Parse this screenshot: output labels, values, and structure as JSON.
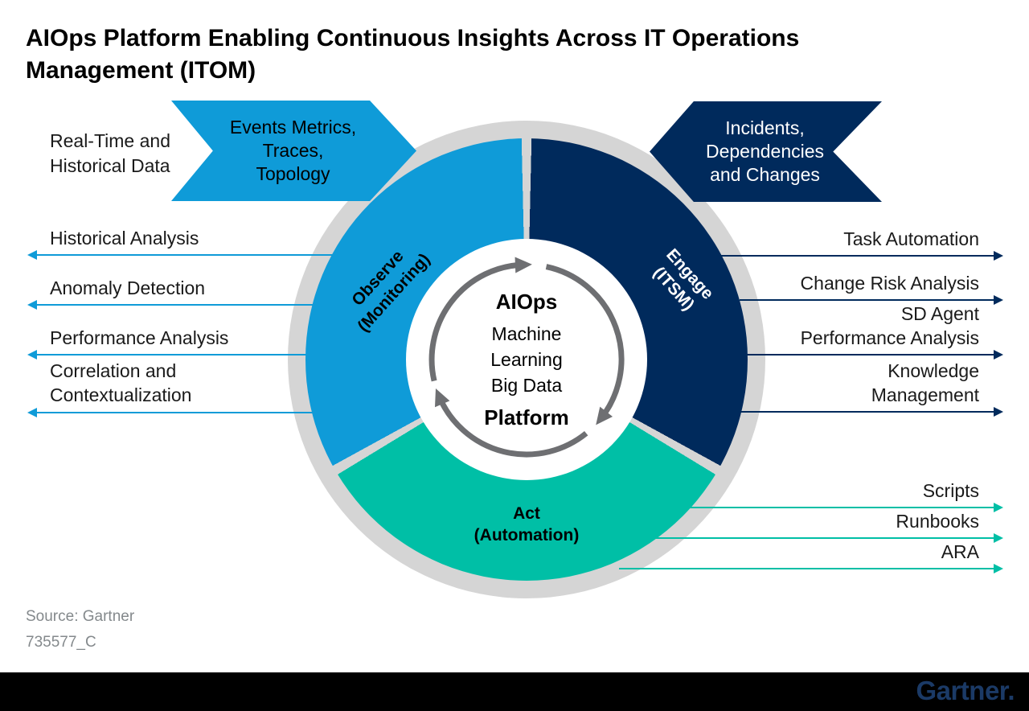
{
  "title": "AIOps Platform Enabling Continuous Insights Across IT Operations Management (ITOM)",
  "inputs": {
    "left_caption": "Real-Time and\nHistorical Data",
    "left_banner": "Events Metrics,\nTraces,\nTopology",
    "right_banner": "Incidents,\nDependencies\nand Changes"
  },
  "ring": {
    "observe": {
      "name": "Observe",
      "sub": "(Monitoring)"
    },
    "engage": {
      "name": "Engage",
      "sub": "(ITSM)"
    },
    "act": {
      "name": "Act",
      "sub": "(Automation)"
    }
  },
  "center": {
    "top": "AIOps",
    "middle": "Machine\nLearning\nBig Data",
    "bottom": "Platform"
  },
  "outputs": {
    "observe": [
      "Historical Analysis",
      "Anomaly Detection",
      "Performance Analysis",
      "Correlation and\nContextualization"
    ],
    "engage": [
      "Task Automation",
      "Change Risk Analysis",
      "SD Agent\nPerformance Analysis",
      "Knowledge\nManagement"
    ],
    "act": [
      "Scripts",
      "Runbooks",
      "ARA"
    ]
  },
  "footer": {
    "source": "Source: Gartner",
    "note": "735577_C",
    "logo": "Gartner."
  },
  "colors": {
    "observe_blue": "#0F9BD8",
    "engage_navy": "#002A5C",
    "act_teal": "#00BFA6",
    "backdrop_gray": "#D5D5D5",
    "cycle_arrow_gray": "#6E6F72",
    "footer_gray": "#84898C",
    "logo_blue": "#1B3A66",
    "bottom_bar": "#000000"
  }
}
